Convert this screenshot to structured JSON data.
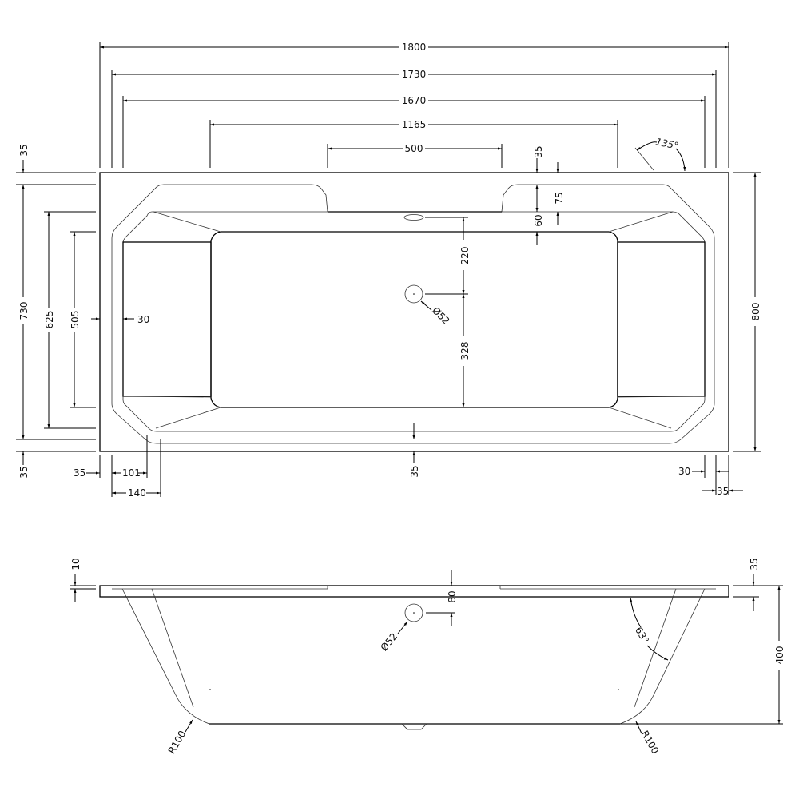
{
  "drawing": {
    "subject": "Double-ended rectangular bath technical drawing",
    "color": "#000000",
    "background": "#ffffff"
  },
  "plan_view": {
    "horizontal_dims": {
      "overall_length": "1800",
      "rim_inner_length": "1730",
      "bowl_outer_length": "1670",
      "bowl_floor_length": "1165",
      "center_deck_span": "500",
      "top_rim_35": "35",
      "corner_angle": "135°"
    },
    "vertical_dims_left": {
      "top_rim": "35",
      "rim_inner_width": "730",
      "bowl_width": "625",
      "floor_width": "505",
      "bottom_rim": "35"
    },
    "vertical_dims_right": {
      "overall_width": "800"
    },
    "inner_dims": {
      "deck_depth": "75",
      "step_depth": "60",
      "overflow_to_waste": "220",
      "waste_to_side": "328",
      "waste_diameter": "Ø52",
      "side_wall": "30",
      "bottom_center_rim": "35"
    },
    "bottom_dims": {
      "left_rim": "35",
      "left_slope": "101",
      "left_corner": "140",
      "right_wall": "30",
      "right_rim": "35"
    }
  },
  "side_view": {
    "dims": {
      "rim_step": "10",
      "rim_thickness": "35",
      "overflow_height": "80",
      "overflow_diameter": "Ø52",
      "side_angle": "63°",
      "overall_height": "400",
      "left_radius": "R100",
      "right_radius": "R100"
    }
  }
}
